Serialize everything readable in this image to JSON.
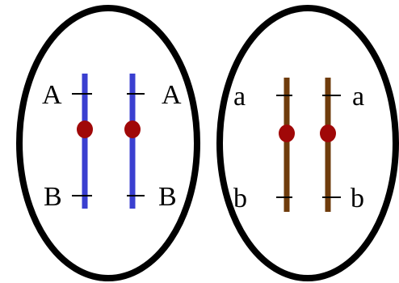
{
  "colors": {
    "cell_outline": "#000000",
    "chromosome_blue": "#3a3fd0",
    "chromosome_brown": "#6f3c0c",
    "centromere": "#a00808",
    "locus_tick": "#000000"
  },
  "cells": [
    {
      "name": "cell-left",
      "chromosome_color": "chromosome_blue",
      "labels": {
        "upper_left": "A",
        "upper_right": "A",
        "lower_left": "B",
        "lower_right": "B"
      }
    },
    {
      "name": "cell-right",
      "chromosome_color": "chromosome_brown",
      "labels": {
        "upper_left": "a",
        "upper_right": "a",
        "lower_left": "b",
        "lower_right": "b"
      }
    }
  ]
}
